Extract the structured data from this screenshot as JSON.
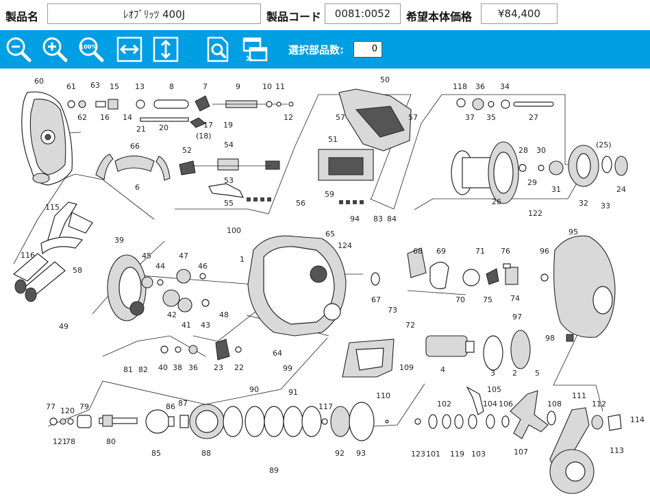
{
  "header": {
    "product_name_label": "製品名",
    "product_name_value": "ﾚｵﾌﾞﾘｯﾂ 400J",
    "product_code_label": "製品コード",
    "product_code_value": "0081:0052",
    "price_label": "希望本体価格",
    "price_value": "¥84,400"
  },
  "toolbar": {
    "buttons": [
      {
        "name": "zoom-out",
        "icon": "zoom-out-icon"
      },
      {
        "name": "zoom-in",
        "icon": "zoom-in-icon"
      },
      {
        "name": "zoom-100",
        "icon": "zoom-100-icon",
        "label": "100%"
      },
      {
        "name": "fit-width",
        "icon": "fit-width-icon"
      },
      {
        "name": "fit-height",
        "icon": "fit-height-icon"
      },
      {
        "name": "page-zoom",
        "icon": "page-search-icon"
      },
      {
        "name": "window",
        "icon": "window-icon"
      }
    ],
    "selected_count_label": "選択部品数:",
    "selected_count_value": "0"
  },
  "diagram": {
    "part_numbers": [
      "1",
      "2",
      "3",
      "4",
      "5",
      "6",
      "7",
      "8",
      "9",
      "10",
      "11",
      "12",
      "13",
      "14",
      "15",
      "16",
      "17",
      "(18)",
      "19",
      "20",
      "21",
      "22",
      "23",
      "24",
      "(25)",
      "26",
      "27",
      "28",
      "29",
      "30",
      "31",
      "32",
      "33",
      "34",
      "35",
      "36",
      "36",
      "37",
      "38",
      "39",
      "40",
      "41",
      "42",
      "43",
      "44",
      "45",
      "46",
      "47",
      "48",
      "49",
      "50",
      "51",
      "52",
      "53",
      "54",
      "55",
      "56",
      "57",
      "57",
      "58",
      "59",
      "60",
      "61",
      "62",
      "63",
      "64",
      "65",
      "66",
      "67",
      "68",
      "69",
      "70",
      "71",
      "72",
      "73",
      "74",
      "75",
      "76",
      "77",
      "78",
      "79",
      "80",
      "81",
      "82",
      "83",
      "84",
      "85",
      "86",
      "87",
      "88",
      "89",
      "90",
      "91",
      "92",
      "93",
      "94",
      "95",
      "96",
      "97",
      "98",
      "99",
      "100",
      "101",
      "102",
      "103",
      "104",
      "105",
      "106",
      "107",
      "108",
      "109",
      "110",
      "111",
      "112",
      "113",
      "114",
      "115",
      "116",
      "117",
      "118",
      "119",
      "120",
      "121",
      "122",
      "123",
      "124"
    ]
  }
}
